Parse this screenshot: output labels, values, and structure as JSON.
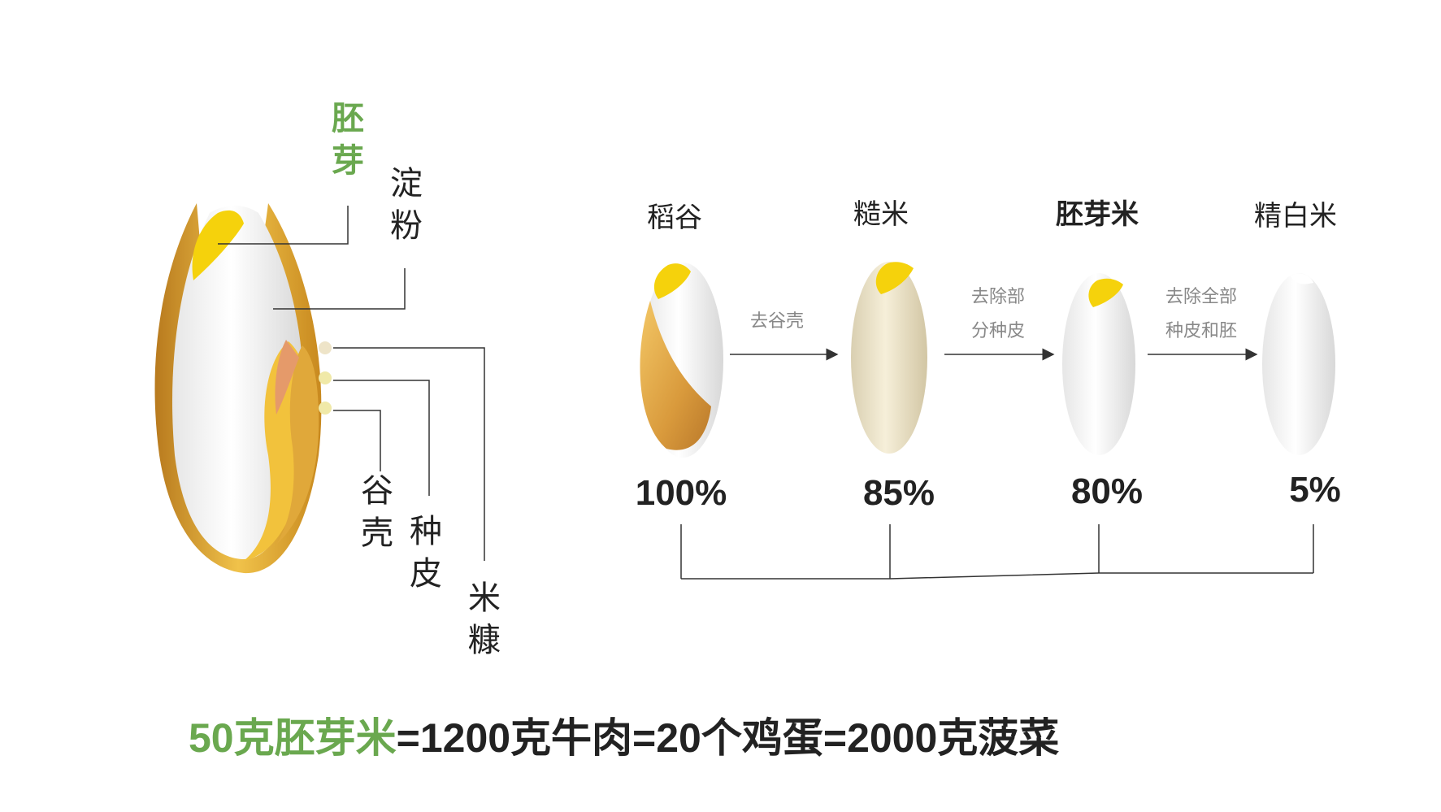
{
  "anatomy": {
    "labels": {
      "germ": "胚芽",
      "starch": "淀粉",
      "husk": "谷壳",
      "seed_coat": "种皮",
      "bran": "米糠"
    }
  },
  "process": {
    "stages": [
      {
        "name": "稻谷",
        "percent": "100%",
        "highlight": false
      },
      {
        "name": "糙米",
        "percent": "85%",
        "highlight": false
      },
      {
        "name": "胚芽米",
        "percent": "80%",
        "highlight": true
      },
      {
        "name": "精白米",
        "percent": "5%",
        "highlight": false
      }
    ],
    "steps": [
      {
        "line1": "去谷壳",
        "line2": ""
      },
      {
        "line1": "去除部",
        "line2": "分种皮"
      },
      {
        "line1": "去除全部",
        "line2": "种皮和胚"
      }
    ]
  },
  "formula": {
    "highlight": "50克胚芽米",
    "rest": "=1200克牛肉=20个鸡蛋=2000克菠菜"
  },
  "colors": {
    "accent_green": "#6aa84f",
    "husk_gold": "#d9a441",
    "germ_yellow": "#f5d20c",
    "brown_rice": "#efe6cc",
    "line": "#333333",
    "arrow": "#333333"
  }
}
